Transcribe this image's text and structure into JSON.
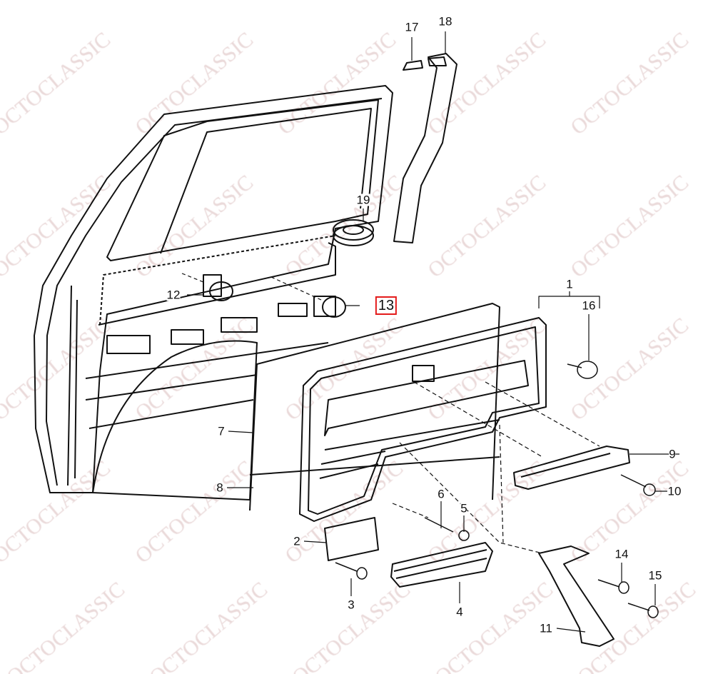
{
  "watermark": "OCTOCLASSIC",
  "highlight_color": "#e41b1b",
  "callouts": [
    {
      "id": "1",
      "label": "1"
    },
    {
      "id": "2",
      "label": "2"
    },
    {
      "id": "3",
      "label": "3"
    },
    {
      "id": "4",
      "label": "4"
    },
    {
      "id": "5",
      "label": "5"
    },
    {
      "id": "6",
      "label": "6"
    },
    {
      "id": "7",
      "label": "7"
    },
    {
      "id": "8",
      "label": "8"
    },
    {
      "id": "9",
      "label": "9"
    },
    {
      "id": "10",
      "label": "10"
    },
    {
      "id": "11",
      "label": "11"
    },
    {
      "id": "12",
      "label": "12"
    },
    {
      "id": "13",
      "label": "13",
      "highlighted": true
    },
    {
      "id": "14",
      "label": "14"
    },
    {
      "id": "15",
      "label": "15"
    },
    {
      "id": "16",
      "label": "16"
    },
    {
      "id": "17",
      "label": "17"
    },
    {
      "id": "18",
      "label": "18"
    },
    {
      "id": "19",
      "label": "19"
    }
  ]
}
